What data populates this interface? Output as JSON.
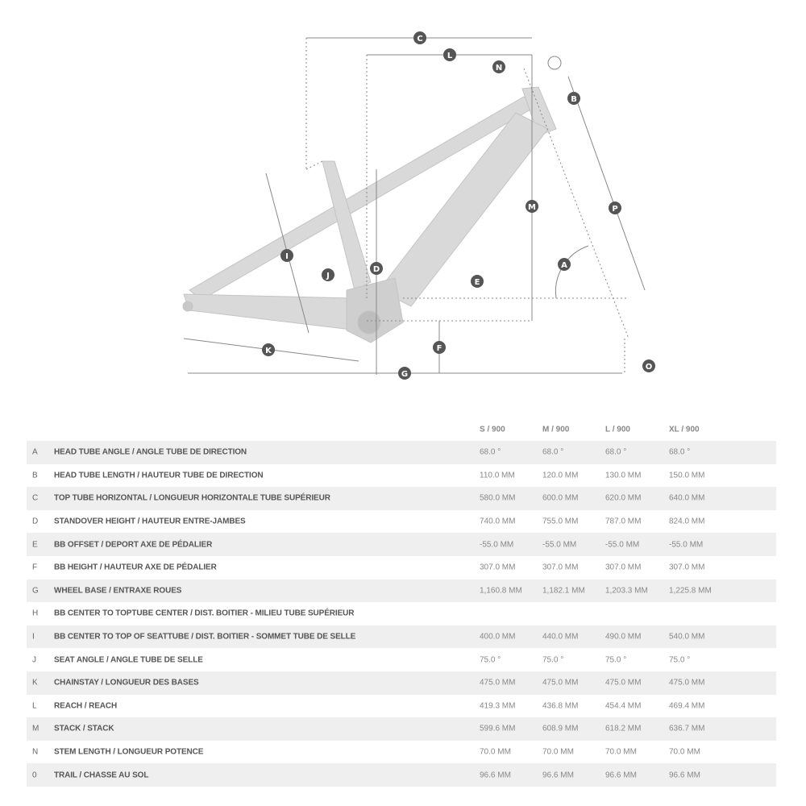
{
  "diagram": {
    "callouts": [
      "A",
      "B",
      "C",
      "D",
      "E",
      "F",
      "G",
      "I",
      "J",
      "K",
      "L",
      "M",
      "N",
      "O",
      "P"
    ]
  },
  "table": {
    "columns": [
      "S / 900",
      "M / 900",
      "L / 900",
      "XL / 900"
    ],
    "rows": [
      {
        "key": "A",
        "label": "HEAD TUBE ANGLE / ANGLE TUBE DE DIRECTION",
        "values": [
          "68.0 °",
          "68.0 °",
          "68.0 °",
          "68.0 °"
        ]
      },
      {
        "key": "B",
        "label": "HEAD TUBE LENGTH / HAUTEUR TUBE DE DIRECTION",
        "values": [
          "110.0 MM",
          "120.0 MM",
          "130.0 MM",
          "150.0 MM"
        ]
      },
      {
        "key": "C",
        "label": "TOP TUBE HORIZONTAL / LONGUEUR HORIZONTALE TUBE SUPÉRIEUR",
        "values": [
          "580.0 MM",
          "600.0 MM",
          "620.0 MM",
          "640.0 MM"
        ]
      },
      {
        "key": "D",
        "label": "STANDOVER HEIGHT / HAUTEUR ENTRE-JAMBES",
        "values": [
          "740.0 MM",
          "755.0 MM",
          "787.0 MM",
          "824.0 MM"
        ]
      },
      {
        "key": "E",
        "label": "BB OFFSET / DEPORT AXE DE PÉDALIER",
        "values": [
          "-55.0 MM",
          "-55.0 MM",
          "-55.0 MM",
          "-55.0 MM"
        ]
      },
      {
        "key": "F",
        "label": "BB HEIGHT / HAUTEUR AXE DE PÉDALIER",
        "values": [
          "307.0 MM",
          "307.0 MM",
          "307.0 MM",
          "307.0 MM"
        ]
      },
      {
        "key": "G",
        "label": "WHEEL BASE / ENTRAXE ROUES",
        "values": [
          "1,160.8 MM",
          "1,182.1 MM",
          "1,203.3 MM",
          "1,225.8 MM"
        ]
      },
      {
        "key": "H",
        "label": "BB CENTER TO TOPTUBE CENTER / DIST. BOITIER - MILIEU TUBE SUPÉRIEUR",
        "values": [
          "",
          "",
          "",
          ""
        ]
      },
      {
        "key": "I",
        "label": "BB CENTER TO TOP OF SEATTUBE / DIST. BOITIER - SOMMET TUBE DE SELLE",
        "values": [
          "400.0 MM",
          "440.0 MM",
          "490.0 MM",
          "540.0 MM"
        ]
      },
      {
        "key": "J",
        "label": "SEAT ANGLE / ANGLE TUBE DE SELLE",
        "values": [
          "75.0 °",
          "75.0 °",
          "75.0 °",
          "75.0 °"
        ]
      },
      {
        "key": "K",
        "label": "CHAINSTAY / LONGUEUR DES BASES",
        "values": [
          "475.0 MM",
          "475.0 MM",
          "475.0 MM",
          "475.0 MM"
        ]
      },
      {
        "key": "L",
        "label": "REACH / REACH",
        "values": [
          "419.3 MM",
          "436.8 MM",
          "454.4 MM",
          "469.4 MM"
        ]
      },
      {
        "key": "M",
        "label": "STACK / STACK",
        "values": [
          "599.6 MM",
          "608.9 MM",
          "618.2 MM",
          "636.7 MM"
        ]
      },
      {
        "key": "N",
        "label": "STEM LENGTH / LONGUEUR POTENCE",
        "values": [
          "70.0 MM",
          "70.0 MM",
          "70.0 MM",
          "70.0 MM"
        ]
      },
      {
        "key": "0",
        "label": "TRAIL / CHASSE AU SOL",
        "values": [
          "96.6 MM",
          "96.6 MM",
          "96.6 MM",
          "96.6 MM"
        ]
      }
    ]
  }
}
